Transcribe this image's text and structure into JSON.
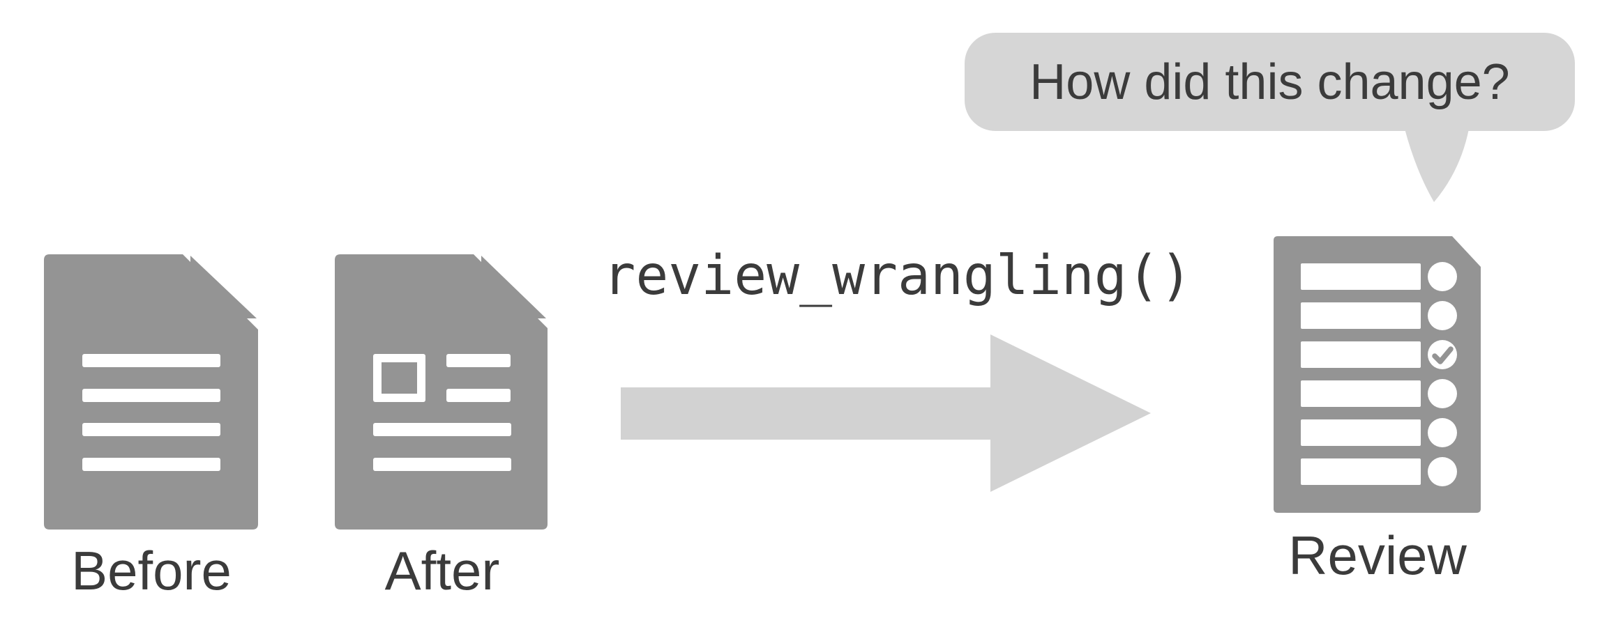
{
  "bubble": {
    "text": "How did this change?"
  },
  "function_label": "review_wrangling()",
  "docs": [
    {
      "id": "before",
      "label": "Before"
    },
    {
      "id": "after",
      "label": "After"
    }
  ],
  "review": {
    "label": "Review",
    "checklist": [
      {
        "checked": false
      },
      {
        "checked": false
      },
      {
        "checked": true
      },
      {
        "checked": false
      },
      {
        "checked": false
      },
      {
        "checked": false
      }
    ]
  },
  "colors": {
    "doc_gray": "#949494",
    "arrow_gray": "#d2d2d2",
    "bubble_gray": "#d6d6d6",
    "text_dark": "#3b3b3b",
    "background": "#ffffff"
  }
}
